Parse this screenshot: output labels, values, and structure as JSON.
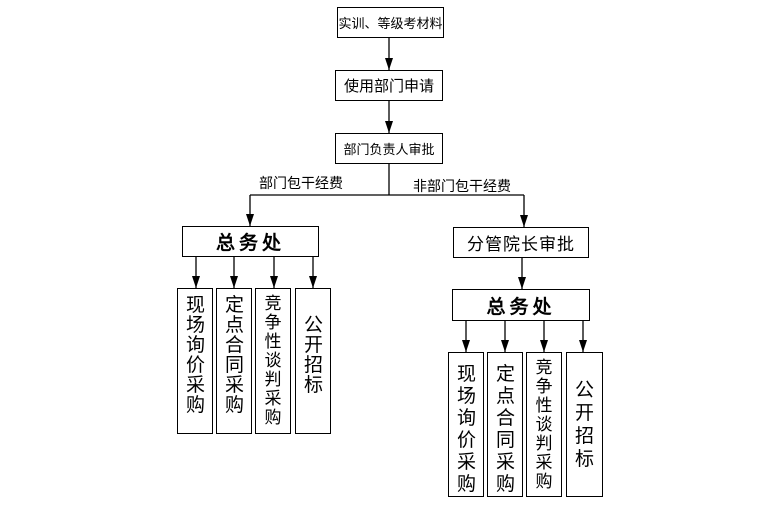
{
  "nodes": {
    "materials": "实训、等级考材料",
    "dept_apply": "使用部门申请",
    "dept_head": "部门负责人审批",
    "general_affairs_left": "总务处",
    "vice_president": "分管院长审批",
    "general_affairs_right": "总务处"
  },
  "branches": {
    "left": "部门包干经费",
    "right": "非部门包干经费"
  },
  "methods_left": [
    "现场询价采购",
    "定点合同采购",
    "竞争性谈判采购",
    "公开招标"
  ],
  "methods_right": [
    "现场询价采购",
    "定点合同采购",
    "竞争性谈判采购",
    "公开招标"
  ]
}
